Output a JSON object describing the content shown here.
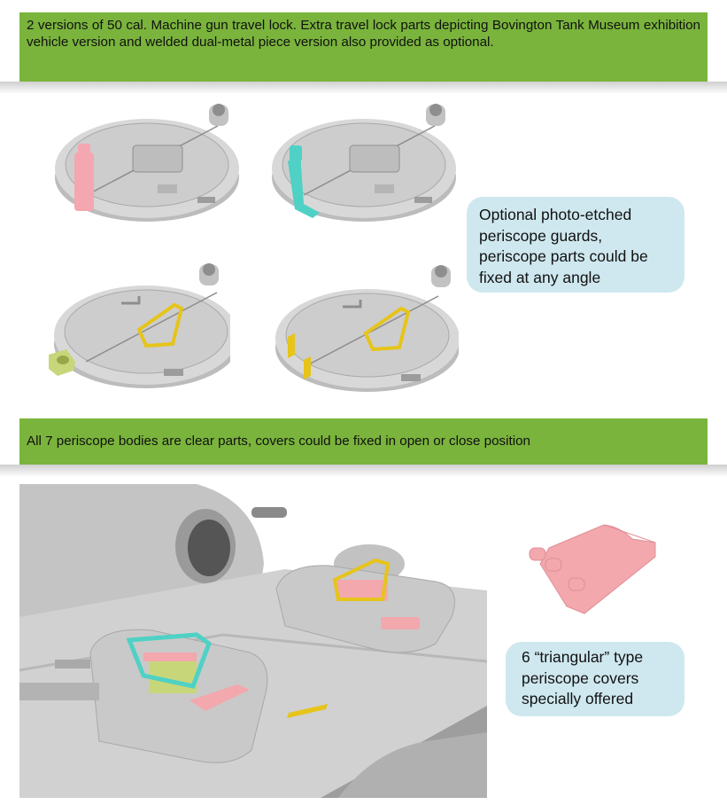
{
  "banner_top": {
    "text": "2 versions of 50 cal. Machine gun travel lock. Extra travel lock parts depicting Bovington Tank Museum exhibition vehicle version and welded dual-metal piece version also provided as optional."
  },
  "callout_guards": {
    "lines": [
      "Optional photo-etched",
      "periscope guards,",
      "periscope parts could be",
      "fixed at any angle"
    ]
  },
  "banner_middle": {
    "text": "All 7 periscope bodies are clear parts, covers could be fixed in open or close position"
  },
  "callout_covers": {
    "lines": [
      "6 “triangular” type",
      "periscope covers",
      "specially offered"
    ]
  },
  "colors": {
    "banner_green": "#7ab43c",
    "callout_blue": "#cfe8ef",
    "model_grey": "#d4d4d4",
    "travel_lock_pink": "#f4a7b0",
    "travel_lock_cyan": "#4fd1c5",
    "etched_yellow": "#e6c41a",
    "cover_pink": "#f2a8ad",
    "clear_green": "#c8d67a"
  }
}
